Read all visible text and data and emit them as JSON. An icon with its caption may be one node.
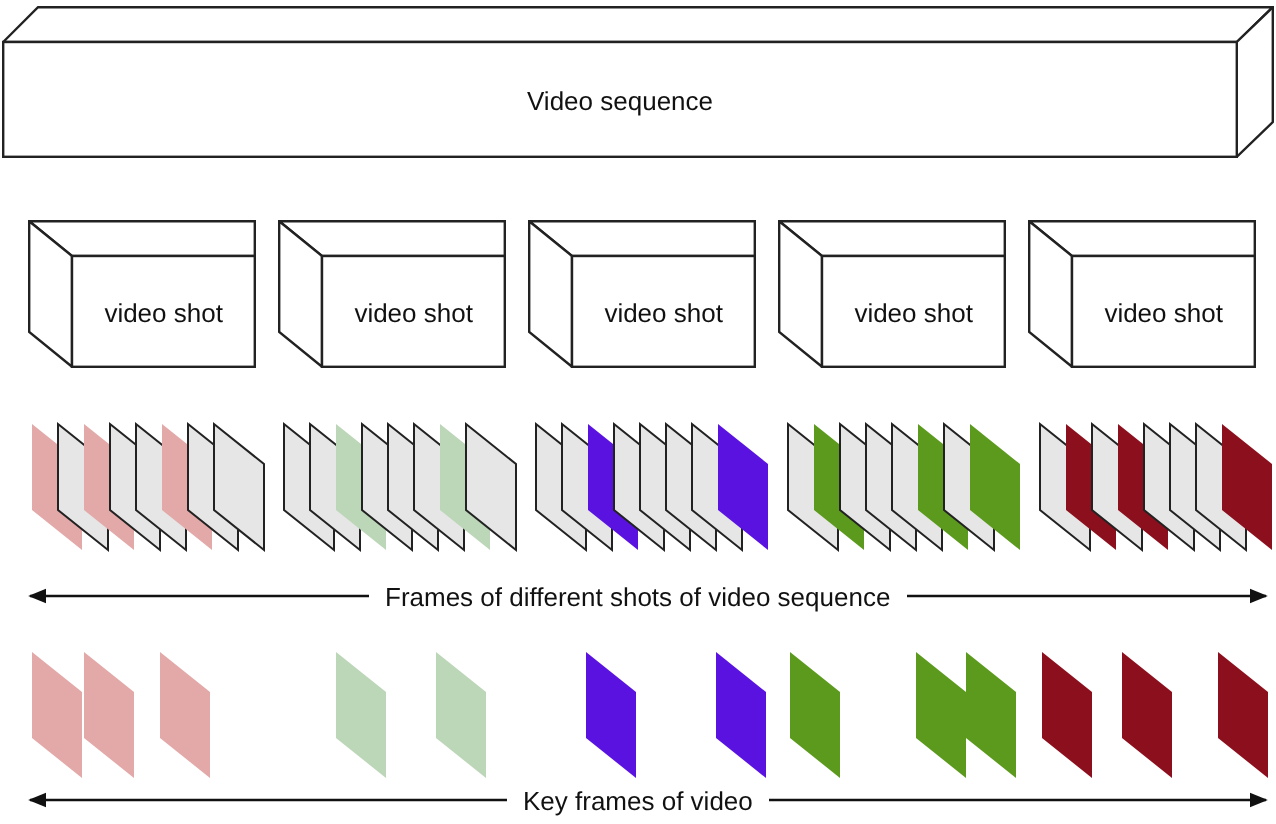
{
  "diagram": {
    "nodes": [
      {
        "text": [
          "Video sequence"
        ]
      },
      {
        "text": [
          "video shot"
        ]
      },
      {
        "text": [
          "video shot"
        ]
      },
      {
        "text": [
          "video shot"
        ]
      },
      {
        "text": [
          "video shot"
        ]
      },
      {
        "text": [
          "video shot"
        ]
      }
    ],
    "labels": [
      "Frames of different shots of video sequence",
      "Key frames of video"
    ]
  }
}
